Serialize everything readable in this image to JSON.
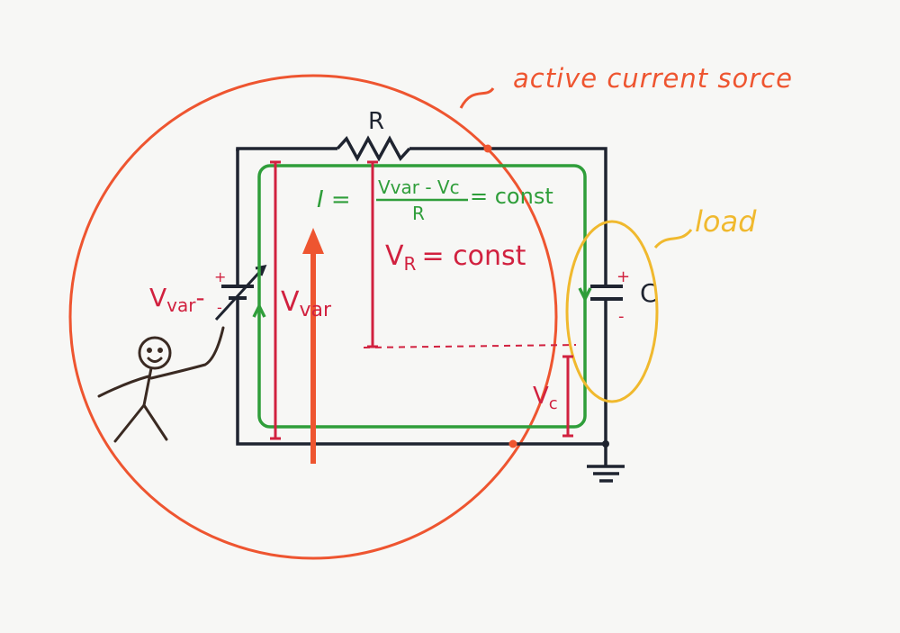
{
  "labels": {
    "active_source": "active current sorce",
    "load": "load",
    "resistor": "R",
    "capacitor": "C",
    "v_var_prefix": "V",
    "v_var_sub": "var",
    "v_var_minus": "-",
    "v_var_big_prefix": "V",
    "v_var_big_sub": "var",
    "plus": "+",
    "minus": "-",
    "cap_plus": "+",
    "cap_minus": "-",
    "formula_lhs": "I =",
    "formula_num": "Vvar - Vc",
    "formula_den": "R",
    "formula_rhs": "= const",
    "vr_prefix": "V",
    "vr_sub": "R",
    "vr_rhs": "= const",
    "vc_prefix": "V",
    "vc_sub": "c"
  },
  "colors": {
    "wire": "#1f2430",
    "current": "#2f9e3a",
    "voltage": "#d1213f",
    "source_outline": "#ee5530",
    "load_outline": "#f0b92e",
    "figure": "#3a2a22"
  }
}
